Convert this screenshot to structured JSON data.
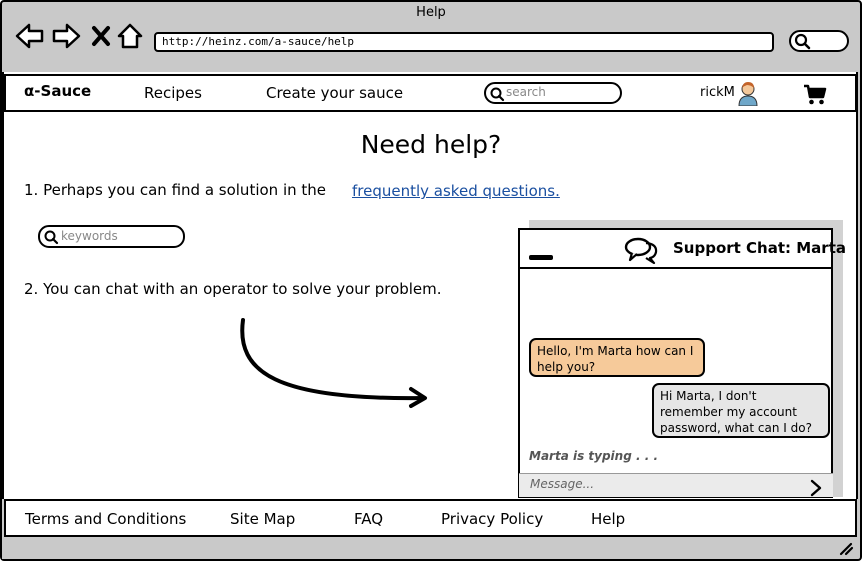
{
  "window": {
    "title": "Help"
  },
  "browser": {
    "url": "http://heinz.com/a-sauce/help",
    "nav_icons": [
      "back-icon",
      "forward-icon",
      "close-icon",
      "home-icon",
      "search-icon"
    ]
  },
  "header": {
    "brand": "α-Sauce",
    "nav_items": [
      "Recipes",
      "Create your sauce"
    ],
    "search_placeholder": "search",
    "username": "rickM",
    "icons": [
      "search-icon",
      "avatar-icon",
      "cart-icon"
    ]
  },
  "main": {
    "title": "Need help?",
    "step1_text": "1. Perhaps you can find a solution in the",
    "faq_link": "frequently asked questions.",
    "keywords_placeholder": "keywords",
    "step2_text": "2. You can chat with an operator to solve your problem."
  },
  "chat": {
    "title": "Support Chat: Marta",
    "messages": [
      {
        "from": "operator",
        "text": "Hello, I'm Marta how can I help you?"
      },
      {
        "from": "user",
        "text": "Hi Marta, I don't remember my account password, what can I do?"
      }
    ],
    "typing_indicator": "Marta is typing . . .",
    "message_placeholder": "Message...",
    "colors": {
      "operator_bubble": "#f6ca9a",
      "user_bubble": "#e6e6e6"
    }
  },
  "footer": {
    "links": [
      "Terms and Conditions",
      "Site Map",
      "FAQ",
      "Privacy Policy",
      "Help"
    ]
  },
  "colors": {
    "link": "#1a4fa0",
    "chrome": "#c9c9c9"
  }
}
